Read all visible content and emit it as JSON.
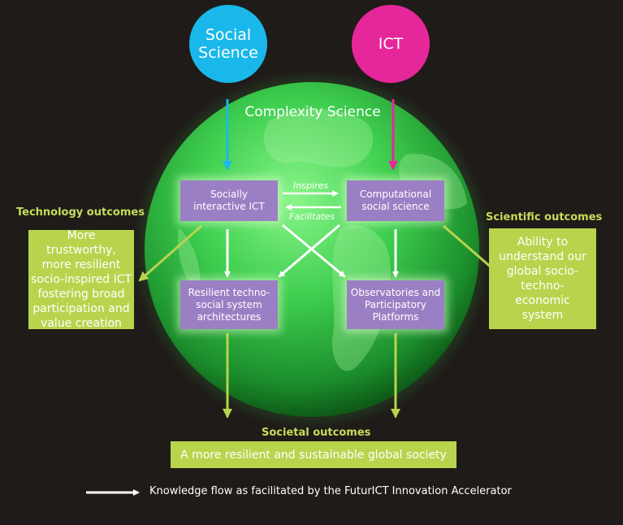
{
  "inputs": {
    "social_science": "Social Science",
    "ict": "ICT"
  },
  "center_title": "Complexity Science",
  "boxes": {
    "socially_interactive_ict": "Socially interactive ICT",
    "computational_social_science": "Computational social science",
    "resilient_architectures": "Resilient techno-social system architectures",
    "observatories": "Observatories and Participatory Platforms"
  },
  "arrow_labels": {
    "inspires": "Inspires",
    "facilitates": "Facilitates"
  },
  "technology_outcomes": {
    "heading": "Technology outcomes",
    "text": "More trustworthy, more resilient socio-inspired ICT fostering broad participation and value creation"
  },
  "scientific_outcomes": {
    "heading": "Scientific outcomes",
    "text": "Ability to understand our global socio-techno-economic system"
  },
  "societal_outcomes": {
    "heading": "Societal outcomes",
    "text": "A more resilient and sustainable global society"
  },
  "legend": {
    "text": "Knowledge flow as facilitated by the FuturICT Innovation Accelerator"
  },
  "colors": {
    "background": "#1f1b18",
    "social_science": "#1ab8ea",
    "ict": "#e6279a",
    "process_box": "#9b7fc4",
    "outcome_box": "#b8d44d",
    "outcome_heading": "#c6dc5a",
    "globe": "#3fcf4f"
  }
}
